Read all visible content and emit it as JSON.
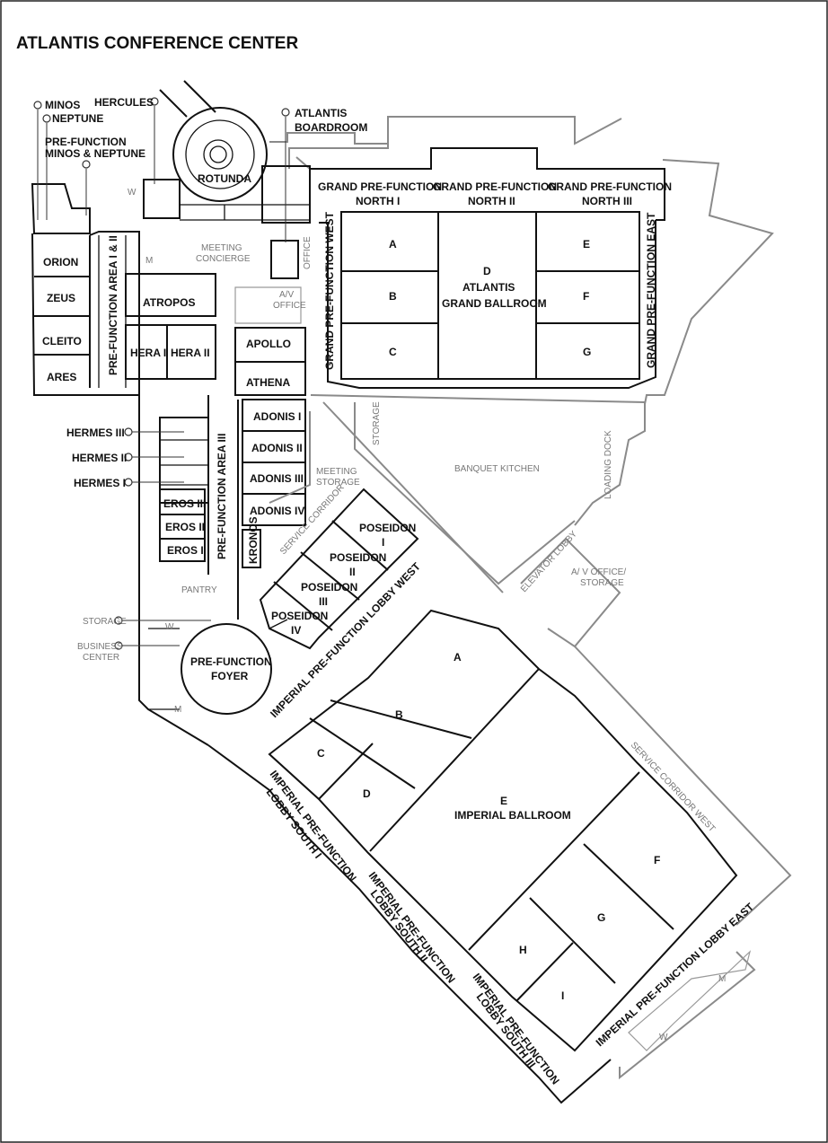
{
  "title": "ATLANTIS CONFERENCE CENTER",
  "colors": {
    "walls": "#111111",
    "service_walls": "#8a8a8a",
    "secondary_text": "#777777"
  },
  "labels": {
    "minos": "MINOS",
    "neptune": "NEPTUNE",
    "prefunction_minos_neptune_1": "PRE-FUNCTION",
    "prefunction_minos_neptune_2": "MINOS & NEPTUNE",
    "hercules": "HERCULES",
    "rotunda": "ROTUNDA",
    "atlantis_boardroom_1": "ATLANTIS",
    "atlantis_boardroom_2": "BOARDROOM",
    "grand_prefunction": "GRAND PRE-FUNCTION",
    "north_i": "NORTH I",
    "north_ii": "NORTH II",
    "north_iii": "NORTH III",
    "ballroom_a": "A",
    "ballroom_b": "B",
    "ballroom_c": "C",
    "ballroom_d": "D",
    "ballroom_d_name_1": "ATLANTIS",
    "ballroom_d_name_2": "GRAND BALLROOM",
    "ballroom_e": "E",
    "ballroom_f": "F",
    "ballroom_g": "G",
    "grand_prefunction_west": "GRAND PRE-FUNCTION WEST",
    "grand_prefunction_east": "GRAND PRE-FUNCTION EAST",
    "office": "OFFICE",
    "av_office_1": "A/V",
    "av_office_2": "OFFICE",
    "meeting_concierge_1": "MEETING",
    "meeting_concierge_2": "CONCIERGE",
    "w": "W",
    "m": "M",
    "orion": "ORION",
    "zeus": "ZEUS",
    "cleito": "CLEITO",
    "ares": "ARES",
    "prefunction_area_i_ii": "PRE-FUNCTION AREA I & II",
    "atropos": "ATROPOS",
    "hera_i": "HERA I",
    "hera_ii": "HERA II",
    "apollo": "APOLLO",
    "athena": "ATHENA",
    "adonis_i": "ADONIS I",
    "adonis_ii": "ADONIS II",
    "adonis_iii": "ADONIS III",
    "adonis_iv": "ADONIS IV",
    "hermes_iii": "HERMES III",
    "hermes_ii": "HERMES II",
    "hermes_i": "HERMES I",
    "eros_iii": "EROS III",
    "eros_ii": "EROS II",
    "eros_i": "EROS I",
    "prefunction_area_iii": "PRE-FUNCTION AREA III",
    "kronos": "KRONOS",
    "storage": "STORAGE",
    "meeting_storage_1": "MEETING",
    "meeting_storage_2": "STORAGE",
    "banquet_kitchen": "BANQUET KITCHEN",
    "loading_dock": "LOADING DOCK",
    "service_corridor": "SERVICE CORRIDOR",
    "service_corridor_west": "SERVICE CORRIDOR WEST",
    "poseidon": "POSEIDON",
    "poseidon_i": "I",
    "poseidon_ii": "II",
    "poseidon_iii": "III",
    "poseidon_iv": "IV",
    "pantry": "PANTRY",
    "business_center_1": "BUSINESS",
    "business_center_2": "CENTER",
    "prefunction_foyer_1": "PRE-FUNCTION",
    "prefunction_foyer_2": "FOYER",
    "elevator_lobby": "ELEVATOR LOBBY",
    "av_office_storage_1": "A/ V OFFICE/",
    "av_office_storage_2": "STORAGE",
    "imperial_lobby_west": "IMPERIAL PRE-FUNCTION LOBBY WEST",
    "imperial_a": "A",
    "imperial_b": "B",
    "imperial_c": "C",
    "imperial_d": "D",
    "imperial_e": "E",
    "imperial_e_name": "IMPERIAL BALLROOM",
    "imperial_f": "F",
    "imperial_g": "G",
    "imperial_h": "H",
    "imperial_i": "I",
    "imperial_lobby_south_i_1": "IMPERIAL PRE-FUNCTION",
    "imperial_lobby_south_i_2": "LOBBY SOUTH I",
    "imperial_lobby_south_ii_1": "IMPERIAL PRE-FUNCTION",
    "imperial_lobby_south_ii_2": "LOBBY SOUTH II",
    "imperial_lobby_south_iii_1": "IMPERIAL PRE-FUNCTION",
    "imperial_lobby_south_iii_2": "LOBBY SOUTH III",
    "imperial_lobby_east": "IMPERIAL PRE-FUNCTION LOBBY EAST"
  }
}
